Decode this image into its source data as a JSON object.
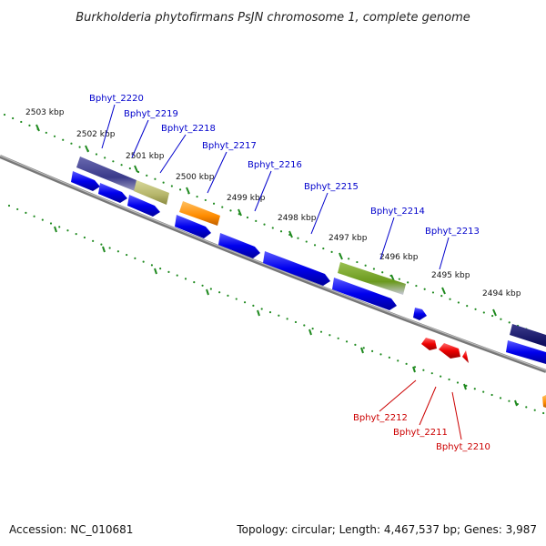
{
  "title": "Burkholderia phytofirmans PsJN chromosome 1, complete genome",
  "footer": {
    "accession": "Accession: NC_010681",
    "stats": "Topology: circular; Length: 4,467,537 bp; Genes: 3,987"
  },
  "colors": {
    "forward_label": "#0000cc",
    "reverse_label": "#cc0000",
    "cds_blue": "#0000ee",
    "cds_red": "#ee0000",
    "scale_green": "#1f8a1f",
    "backbone": "#777777",
    "feature_navy": "#3a3a8a",
    "feature_olive": "#b5b56a",
    "feature_orange": "#ff8c00",
    "feature_green": "#6b9a1e",
    "feature_darknavy": "#0a0a6a"
  },
  "scale_labels": [
    "2503 kbp",
    "2502 kbp",
    "2501 kbp",
    "2500 kbp",
    "2499 kbp",
    "2498 kbp",
    "2497 kbp",
    "2496 kbp",
    "2495 kbp",
    "2494 kbp"
  ],
  "forward_genes": [
    "Bphyt_2220",
    "Bphyt_2219",
    "Bphyt_2218",
    "Bphyt_2217",
    "Bphyt_2216",
    "Bphyt_2215",
    "Bphyt_2214",
    "Bphyt_2213"
  ],
  "reverse_genes": [
    "Bphyt_2212",
    "Bphyt_2211",
    "Bphyt_2210"
  ]
}
